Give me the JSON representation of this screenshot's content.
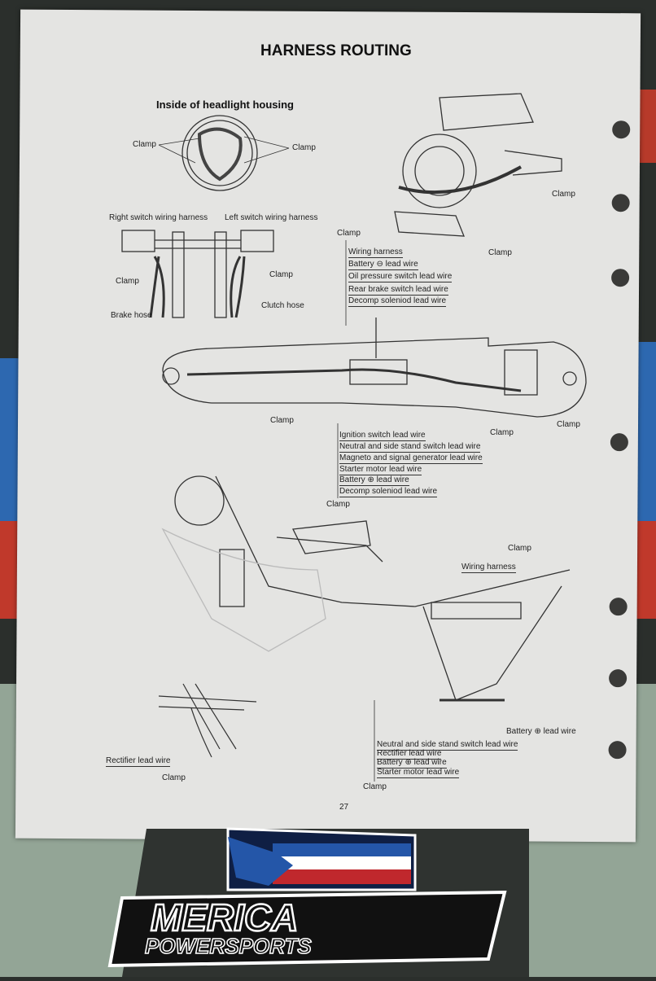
{
  "page": {
    "title": "HARNESS ROUTING",
    "subtitle": "Inside of headlight housing",
    "page_number": "27"
  },
  "headlight_labels": {
    "clamp_left": "Clamp",
    "clamp_right": "Clamp"
  },
  "handlebar_labels": {
    "right_harness": "Right switch wiring harness",
    "left_harness": "Left switch wiring harness",
    "clamp_left": "Clamp",
    "clamp_right": "Clamp",
    "brake_hose": "Brake hose",
    "clutch_hose": "Clutch hose"
  },
  "engine_labels": {
    "clamp_a": "Clamp",
    "clamp_b": "Clamp"
  },
  "top_view": {
    "clamp_top": "Clamp",
    "group_top": [
      "Wiring harness",
      "Battery ⊖ lead wire",
      "Oil pressure switch lead wire",
      "Rear brake switch lead wire",
      "Decomp soleniod lead wire"
    ],
    "clamp_mid": "Clamp",
    "clamp_right1": "Clamp",
    "clamp_right2": "Clamp",
    "group_bottom": [
      "Ignition switch lead wire",
      "Neutral and side stand switch lead wire",
      "Magneto and signal generator lead wire",
      "Starter motor lead wire",
      "Battery ⊕ lead wire",
      "Decomp soleniod lead wire"
    ],
    "clamp_bottom": "Clamp"
  },
  "frame_view": {
    "clamp_top": "Clamp",
    "wiring_harness": "Wiring harness",
    "battery_plus": "Battery ⊕ lead wire",
    "group": [
      "Neutral and side stand switch lead wire",
      "Rectifier lead wire",
      "Battery ⊕ lead wire",
      "Starter motor lead wire"
    ],
    "clamp_bottom": "Clamp"
  },
  "detail_view": {
    "rectifier": "Rectifier lead wire",
    "clamp": "Clamp"
  },
  "logo": {
    "line1": "MERICA",
    "line2": "POWERSPORTS"
  }
}
